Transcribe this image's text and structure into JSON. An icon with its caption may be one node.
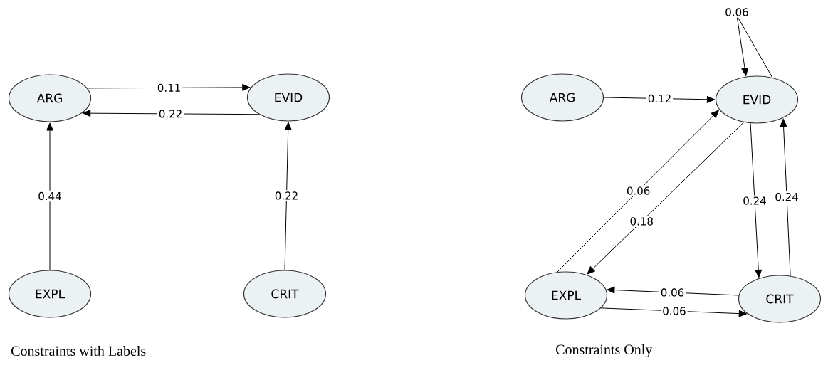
{
  "diagram": {
    "nodes": [
      {
        "text": [
          "ARG"
        ]
      },
      {
        "text": [
          "EVID"
        ]
      },
      {
        "text": [
          "EXPL"
        ]
      },
      {
        "text": [
          "CRIT"
        ]
      },
      {
        "text": [
          "ARG"
        ]
      },
      {
        "text": [
          "EVID"
        ]
      },
      {
        "text": [
          "EXPL"
        ]
      },
      {
        "text": [
          "CRIT"
        ]
      }
    ],
    "edges": [
      {
        "from": 0,
        "to": 1,
        "arrow": "to",
        "label": "0.11"
      },
      {
        "from": 1,
        "to": 0,
        "arrow": "to",
        "label": "0.22"
      },
      {
        "from": 2,
        "to": 0,
        "arrow": "to",
        "label": "0.44"
      },
      {
        "from": 3,
        "to": 1,
        "arrow": "to",
        "label": "0.22"
      },
      {
        "from": 4,
        "to": 5,
        "arrow": "to",
        "label": "0.12"
      },
      {
        "from": 5,
        "to": 5,
        "arrow": "to",
        "label": "0.06"
      },
      {
        "from": 6,
        "to": 5,
        "arrow": "to",
        "label": "0.06"
      },
      {
        "from": 5,
        "to": 6,
        "arrow": "to",
        "label": "0.18"
      },
      {
        "from": 5,
        "to": 7,
        "arrow": "to",
        "label": "0.24"
      },
      {
        "from": 7,
        "to": 5,
        "arrow": "to",
        "label": "0.24"
      },
      {
        "from": 7,
        "to": 6,
        "arrow": "to",
        "label": "0.06"
      },
      {
        "from": 6,
        "to": 7,
        "arrow": "to",
        "label": "0.06"
      }
    ],
    "labels": [
      "Constraints with Labels",
      "Constraints Only"
    ]
  }
}
